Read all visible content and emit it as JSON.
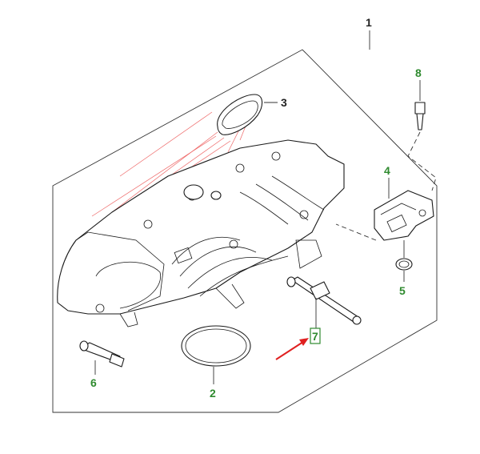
{
  "callouts": {
    "c1": "1",
    "c2": "2",
    "c3": "3",
    "c4": "4",
    "c5": "5",
    "c6": "6",
    "c7": "7",
    "c8": "8"
  },
  "colors": {
    "callout_green": "#2f8a2f",
    "callout_black": "#222222",
    "highlight_arrow": "#e02020",
    "ghost_lines": "#e66666",
    "highlight_box": "#2f8a2f"
  },
  "icons": {
    "arrow": "red-pointer-arrow"
  }
}
